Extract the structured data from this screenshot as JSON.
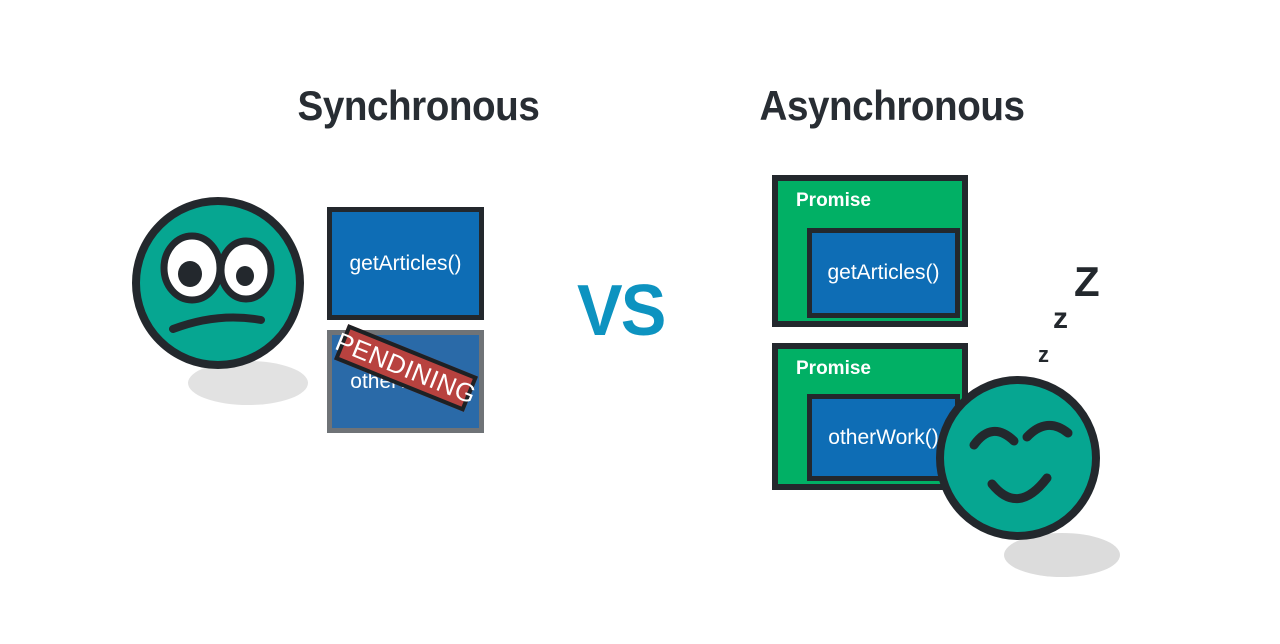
{
  "diagram": {
    "title_sync": "Synchronous",
    "title_async": "Asynchronous",
    "vs_label": "VS",
    "colors": {
      "blue_box": "#0e6db5",
      "blue_box_muted": "#2a6aa8",
      "green_promise": "#01b065",
      "teal_face": "#06a691",
      "outline_dark": "#23282d",
      "outline_muted": "#6f7377",
      "stamp_red": "#b8423f",
      "vs_blue": "#0d93c0",
      "shadow_gray": "#e2e2e2",
      "background": "#ffffff"
    }
  },
  "synchronous": {
    "boxes": [
      {
        "label": "getArticles()",
        "state": "running"
      },
      {
        "label": "otherWork()",
        "state": "blocked"
      }
    ],
    "stamp": "PENDINING",
    "face": {
      "name": "waiting-face",
      "expression": "frowning-waiting"
    }
  },
  "asynchronous": {
    "promises": [
      {
        "title": "Promise",
        "label": "getArticles()"
      },
      {
        "title": "Promise",
        "label": "otherWork()"
      }
    ],
    "face": {
      "name": "sleeping-face",
      "expression": "closed-eyes-smiling"
    },
    "sleep_letters": [
      "Z",
      "z",
      "z"
    ]
  }
}
